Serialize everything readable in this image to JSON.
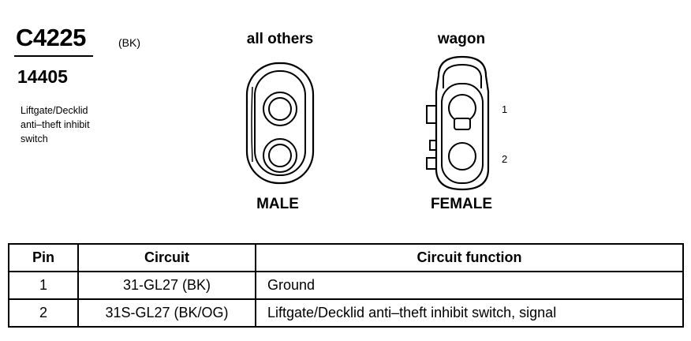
{
  "connector": {
    "id": "C4225",
    "color": "(BK)",
    "part_number": "14405",
    "description": [
      "Liftgate/Decklid",
      "anti–theft inhibit",
      "switch"
    ]
  },
  "views": {
    "male": {
      "caption": "all others",
      "gender": "MALE"
    },
    "female": {
      "caption": "wagon",
      "gender": "FEMALE",
      "pin_labels": [
        "1",
        "2"
      ]
    }
  },
  "table": {
    "headers": [
      "Pin",
      "Circuit",
      "Circuit function"
    ],
    "rows": [
      {
        "pin": "1",
        "circuit": "31-GL27 (BK)",
        "function": "Ground"
      },
      {
        "pin": "2",
        "circuit": "31S-GL27 (BK/OG)",
        "function": "Liftgate/Decklid anti–theft inhibit switch, signal"
      }
    ]
  }
}
